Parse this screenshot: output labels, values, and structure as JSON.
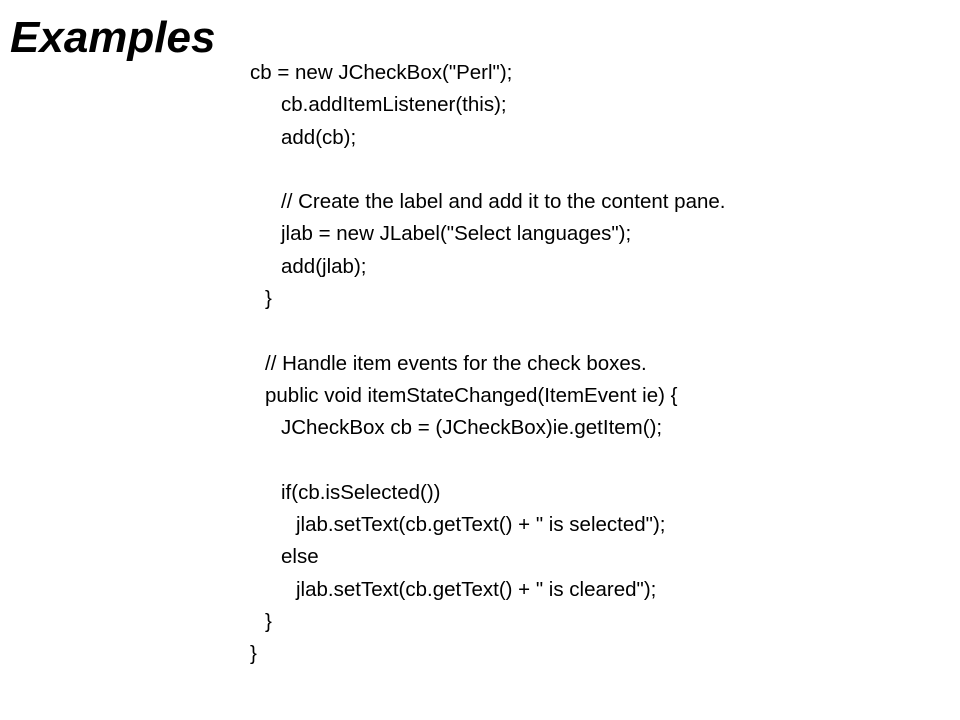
{
  "slide": {
    "title": "Examples",
    "code_lines": [
      {
        "text": "cb = new JCheckBox(\"Perl\");",
        "indent": 0
      },
      {
        "text": "cb.addItemListener(this);",
        "indent": 2
      },
      {
        "text": "add(cb);",
        "indent": 2
      },
      {
        "text": "",
        "indent": 0
      },
      {
        "text": "// Create the label and add it to the content pane.",
        "indent": 2
      },
      {
        "text": "jlab = new JLabel(\"Select languages\");",
        "indent": 2
      },
      {
        "text": "add(jlab);",
        "indent": 2
      },
      {
        "text": "}",
        "indent": 1
      },
      {
        "text": "",
        "indent": 0
      },
      {
        "text": "// Handle item events for the check boxes.",
        "indent": 1
      },
      {
        "text": "public void itemStateChanged(ItemEvent ie) {",
        "indent": 1
      },
      {
        "text": "JCheckBox cb = (JCheckBox)ie.getItem();",
        "indent": 2
      },
      {
        "text": "",
        "indent": 0
      },
      {
        "text": "if(cb.isSelected())",
        "indent": 2
      },
      {
        "text": "jlab.setText(cb.getText() + \" is selected\");",
        "indent": 3
      },
      {
        "text": "else",
        "indent": 2
      },
      {
        "text": "jlab.setText(cb.getText() + \" is cleared\");",
        "indent": 3
      },
      {
        "text": "}",
        "indent": 1
      },
      {
        "text": "}",
        "indent": 0
      }
    ]
  }
}
